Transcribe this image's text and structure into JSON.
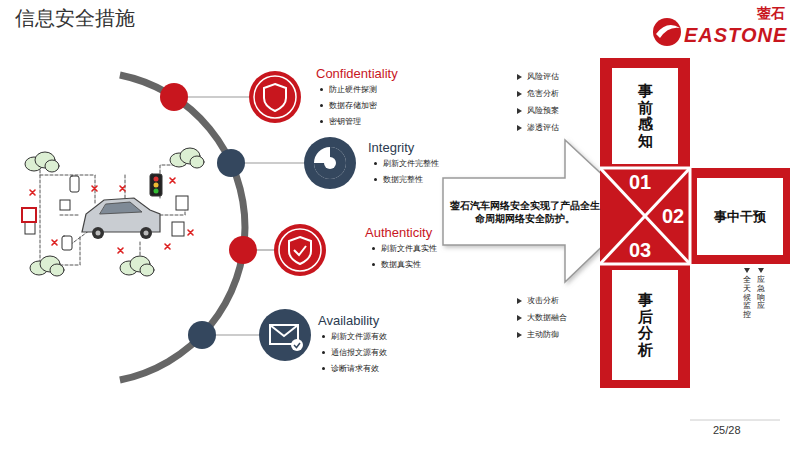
{
  "diagram": {
    "title": "信息安全措施",
    "nodes": [
      {
        "text": [
          "蓥石汽车网络安全实现了产品全生命周期网络安全防护。"
        ]
      },
      {
        "text": [
          "事前感知"
        ]
      },
      {
        "text": [
          "事中干预"
        ]
      },
      {
        "text": [
          "事后分析"
        ]
      }
    ],
    "labels": [
      "蓥石",
      "EASTONE",
      "Confidentiality",
      "防止硬件探测",
      "数据存储加密",
      "密钥管理",
      "Integrity",
      "刷新文件完整性",
      "数据完整性",
      "Authenticity",
      "刷新文件真实性",
      "数据真实性",
      "Availability",
      "刷新文件源有效",
      "通信报文源有效",
      "诊断请求有效",
      "风险评估",
      "危害分析",
      "风险预案",
      "渗透评估",
      "01",
      "02",
      "03",
      "攻击分析",
      "大数据融合",
      "主动防御",
      "应急响应",
      "全天候监控",
      "25/28"
    ]
  }
}
